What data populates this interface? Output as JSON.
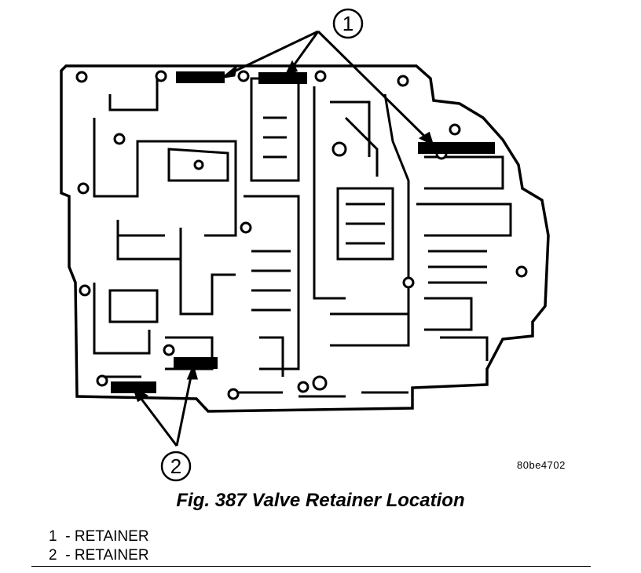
{
  "figure": {
    "code": "80be4702",
    "caption": "Fig. 387 Valve Retainer Location",
    "callouts": [
      {
        "number": "1"
      },
      {
        "number": "2"
      }
    ]
  },
  "legend": [
    {
      "number": "1",
      "label": "- RETAINER"
    },
    {
      "number": "2",
      "label": "- RETAINER"
    }
  ]
}
